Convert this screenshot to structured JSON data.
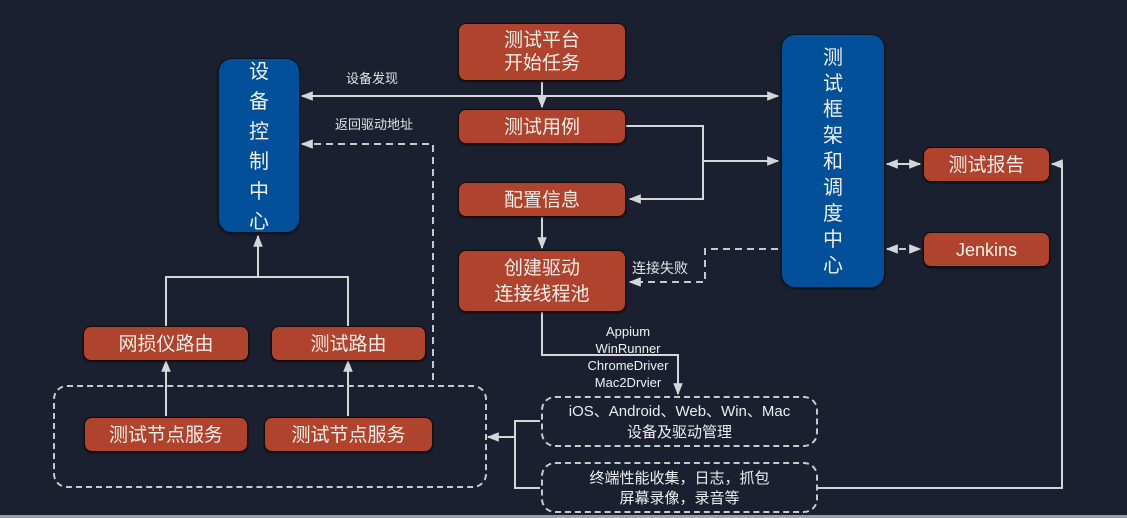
{
  "nodes": {
    "platform_start": [
      "测试平台",
      "开始任务"
    ],
    "test_case": "测试用例",
    "config_info": "配置信息",
    "create_driver": [
      "创建驱动",
      "连接线程池"
    ],
    "device_control_center": [
      "设",
      "备",
      "控",
      "制",
      "中",
      "心"
    ],
    "framework_scheduler": [
      "测",
      "试",
      "框",
      "架",
      "和",
      "调",
      "度",
      "中",
      "心"
    ],
    "test_report": "测试报告",
    "jenkins": "Jenkins",
    "netloss_router": "网损仪路由",
    "test_router": "测试路由",
    "test_node_service_1": "测试节点服务",
    "test_node_service_2": "测试节点服务",
    "device_driver_mgmt": [
      "iOS、Android、Web、Win、Mac",
      "设备及驱动管理"
    ],
    "perf_collection": [
      "终端性能收集，日志，抓包",
      "屏幕录像，录音等"
    ]
  },
  "edge_labels": {
    "device_discovery": "设备发现",
    "return_driver_address": "返回驱动地址",
    "connection_failed": "连接失败",
    "drivers": [
      "Appium",
      "WinRunner",
      "ChromeDriver",
      "Mac2Drvier"
    ]
  },
  "colors": {
    "background": "#1b2030",
    "process_node": "#b0432e",
    "center_node": "#02509a",
    "connector": "#d6d6d6"
  }
}
